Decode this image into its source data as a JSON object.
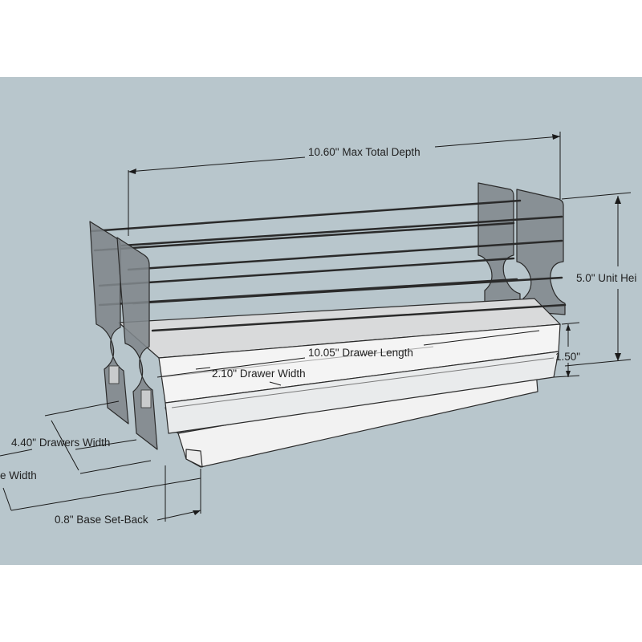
{
  "colors": {
    "page": "#ffffff",
    "drawing_bg": "#b8c6cc",
    "side_panel": "#7f868b",
    "side_panel_edge": "#2f3133",
    "drawer_top": "#dcdcdc",
    "drawer_front": "#f4f4f4",
    "rail": "#8e979c",
    "rod": "#2a2a2a",
    "dimension_line": "#1a1a1a",
    "label_text": "#222222"
  },
  "dimensions": {
    "max_total_depth": "10.60\" Max Total Depth",
    "unit_height": "5.0\" Unit Hei",
    "drawer_length": "10.05\" Drawer Length",
    "drawer_width": "2.10\" Drawer Width",
    "drawer_height": "1.50\"",
    "drawers_width": "4.40\" Drawers Width",
    "base_width": "e Width",
    "base_setback": "0.8\" Base Set-Back"
  }
}
